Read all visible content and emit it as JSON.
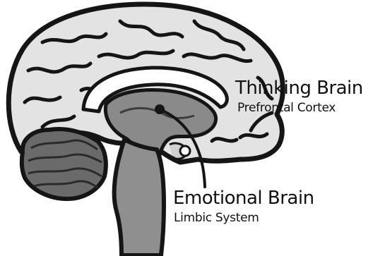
{
  "labels": {
    "thinking": {
      "title": "Thinking Brain",
      "subtitle": "Prefrontal Cortex"
    },
    "emotional": {
      "title": "Emotional Brain",
      "subtitle": "Limbic System"
    }
  },
  "colors": {
    "background": "#ffffff",
    "cortex": "#e3e3e3",
    "outline": "#151515",
    "limbic": "#8a8a8a",
    "cerebellum": "#6a6a6a",
    "stem": "#8f8f8f",
    "text": "#111111"
  }
}
